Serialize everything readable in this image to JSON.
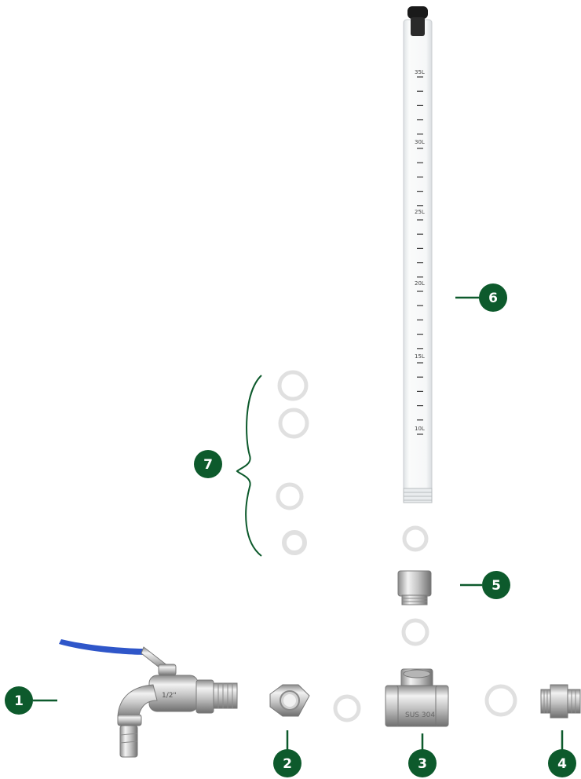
{
  "colors": {
    "badge": "#0d5a2c",
    "handle": "#2f56c9",
    "steel_light": "#e4e4e4",
    "steel_mid": "#b9b9b9",
    "steel_dark": "#7d7d7d",
    "tube": "#f4f6f7",
    "washer": "#d8d8d8"
  },
  "callouts": [
    {
      "id": "1",
      "label": "1",
      "part": "ball-valve-tap"
    },
    {
      "id": "2",
      "label": "2",
      "part": "hex-nut"
    },
    {
      "id": "3",
      "label": "3",
      "part": "tee-fitting"
    },
    {
      "id": "4",
      "label": "4",
      "part": "hex-nipple"
    },
    {
      "id": "5",
      "label": "5",
      "part": "reducer-bushing"
    },
    {
      "id": "6",
      "label": "6",
      "part": "sight-tube"
    },
    {
      "id": "7",
      "label": "7",
      "part": "washer-set"
    }
  ],
  "tube_scale": {
    "labels": [
      "35L",
      "30L",
      "25L",
      "20L",
      "15L",
      "10L"
    ]
  },
  "part_markings": {
    "tap": "1/2\"",
    "tee": "SUS 304"
  }
}
